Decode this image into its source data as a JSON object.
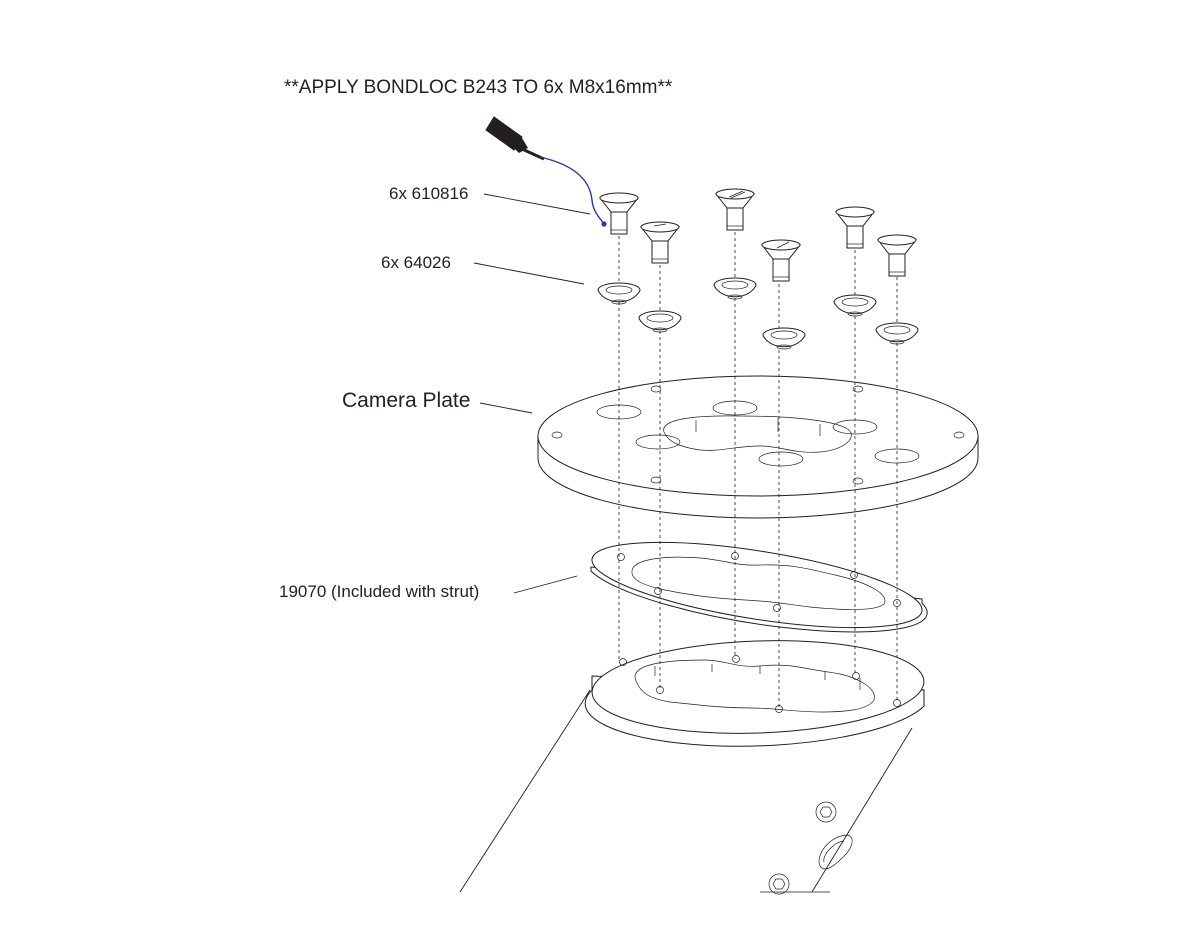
{
  "instruction_note": "**APPLY BONDLOC B243 TO 6x M8x16mm**",
  "callouts": {
    "screws": "6x 610816",
    "washers": "6x 64026",
    "camera_plate": "Camera Plate",
    "gasket": "19070  (Included with strut)"
  },
  "colors": {
    "ink": "#231f20",
    "adhesive_line": "#2b3990",
    "background": "#ffffff"
  },
  "icons": [
    "adhesive-bottle-icon"
  ]
}
